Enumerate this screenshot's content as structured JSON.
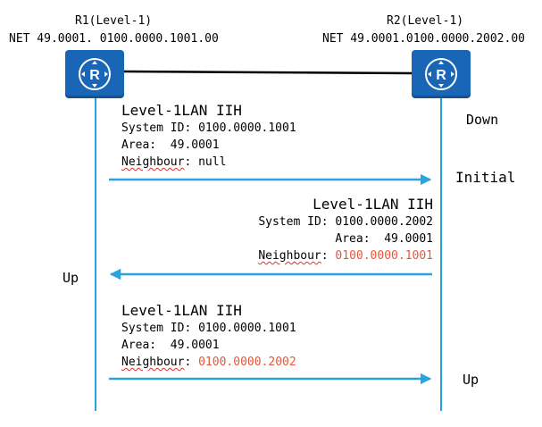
{
  "routers": {
    "r1": {
      "name": "R1(Level-1)",
      "net": "NET 49.0001. 0100.0000.1001.00",
      "icon": "router-icon"
    },
    "r2": {
      "name": "R2(Level-1)",
      "net": "NET 49.0001.0100.0000.2002.00",
      "icon": "router-icon"
    }
  },
  "colors": {
    "router": "#1a66b6",
    "line": "#29a3dc",
    "arrow": "#29a3dc",
    "highlight": "#e8553a",
    "link": "#000000"
  },
  "packets": [
    {
      "title": "Level-1LAN IIH",
      "system_id": "System ID: 0100.0000.1001",
      "area_label": "Area:",
      "area_value": "49.0001",
      "neighbour_label": "Neighbour",
      "neighbour_value": ": null",
      "direction": "R1 to R2"
    },
    {
      "title": "Level-1LAN IIH",
      "system_id": "System ID: 0100.0000.2002",
      "area_label": "Area:",
      "area_value": "49.0001",
      "neighbour_label": "Neighbour",
      "neighbour_sep": ":",
      "neighbour_value": "0100.0000.1001",
      "direction": "R2 to R1"
    },
    {
      "title": "Level-1LAN IIH",
      "system_id": "System ID: 0100.0000.1001",
      "area_label": "Area:",
      "area_value": "49.0001",
      "neighbour_label": "Neighbour",
      "neighbour_sep": ":",
      "neighbour_value": "0100.0000.2002",
      "direction": "R1 to R2"
    }
  ],
  "states": {
    "r2_down": "Down",
    "r2_initial": "Initial",
    "r1_up": "Up",
    "r2_up": "Up"
  }
}
